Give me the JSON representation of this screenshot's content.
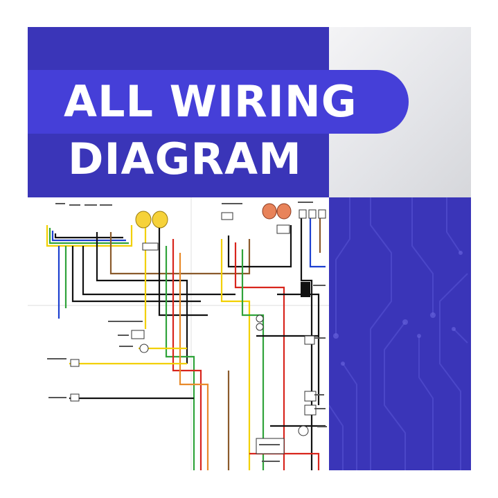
{
  "title": {
    "line1": "ALL WIRING",
    "line2": "DIAGRAM"
  },
  "colors": {
    "header_blue": "#3a35b8",
    "band_blue": "#453fd8",
    "side_blue": "#3a35b8",
    "gray_panel": "#e2e3e7",
    "wire_yellow": "#f2d000",
    "wire_green": "#2fa33a",
    "wire_blue": "#1c3fd0",
    "wire_red": "#d8251c",
    "wire_brown": "#8a5a2b",
    "wire_black": "#111111",
    "wire_orange": "#e88a2a"
  },
  "icons": {
    "circuit_pattern": "circuit-trace-pattern",
    "bulbs": "headlight-bulb-icon"
  }
}
